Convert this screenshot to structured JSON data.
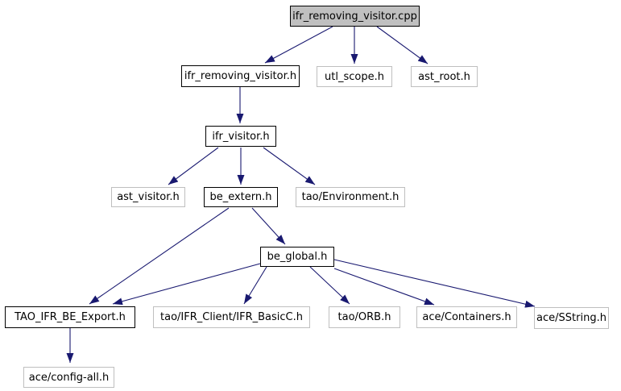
{
  "diagram": {
    "kind": "include-dependency-graph",
    "root_file": "ifr_removing_visitor.cpp",
    "colors": {
      "edge": "#191970",
      "root_fill": "#c0c0c0",
      "linked_node_border": "#000000",
      "plain_node_border": "#bfbfbf",
      "node_fill": "#ffffff",
      "text": "#000000",
      "background": "#ffffff"
    },
    "nodes": [
      {
        "id": "ifr_removing_visitor_cpp",
        "label": "ifr_removing_visitor.cpp",
        "style": "highlight"
      },
      {
        "id": "ifr_removing_visitor_h",
        "label": "ifr_removing_visitor.h",
        "style": "linked"
      },
      {
        "id": "utl_scope_h",
        "label": "utl_scope.h",
        "style": "plain"
      },
      {
        "id": "ast_root_h",
        "label": "ast_root.h",
        "style": "plain"
      },
      {
        "id": "ifr_visitor_h",
        "label": "ifr_visitor.h",
        "style": "linked"
      },
      {
        "id": "ast_visitor_h",
        "label": "ast_visitor.h",
        "style": "plain"
      },
      {
        "id": "be_extern_h",
        "label": "be_extern.h",
        "style": "linked"
      },
      {
        "id": "tao_environment_h",
        "label": "tao/Environment.h",
        "style": "plain"
      },
      {
        "id": "be_global_h",
        "label": "be_global.h",
        "style": "linked"
      },
      {
        "id": "tao_ifr_be_export_h",
        "label": "TAO_IFR_BE_Export.h",
        "style": "linked"
      },
      {
        "id": "tao_ifr_client_ifr_basicc_h",
        "label": "tao/IFR_Client/IFR_BasicC.h",
        "style": "plain"
      },
      {
        "id": "tao_orb_h",
        "label": "tao/ORB.h",
        "style": "plain"
      },
      {
        "id": "ace_containers_h",
        "label": "ace/Containers.h",
        "style": "plain"
      },
      {
        "id": "ace_sstring_h",
        "label": "ace/SString.h",
        "style": "plain"
      },
      {
        "id": "ace_config_all_h",
        "label": "ace/config-all.h",
        "style": "plain"
      }
    ],
    "edges": [
      {
        "from": "ifr_removing_visitor_cpp",
        "to": "ifr_removing_visitor_h"
      },
      {
        "from": "ifr_removing_visitor_cpp",
        "to": "utl_scope_h"
      },
      {
        "from": "ifr_removing_visitor_cpp",
        "to": "ast_root_h"
      },
      {
        "from": "ifr_removing_visitor_h",
        "to": "ifr_visitor_h"
      },
      {
        "from": "ifr_visitor_h",
        "to": "ast_visitor_h"
      },
      {
        "from": "ifr_visitor_h",
        "to": "be_extern_h"
      },
      {
        "from": "ifr_visitor_h",
        "to": "tao_environment_h"
      },
      {
        "from": "be_extern_h",
        "to": "tao_ifr_be_export_h"
      },
      {
        "from": "be_extern_h",
        "to": "be_global_h"
      },
      {
        "from": "be_global_h",
        "to": "tao_ifr_be_export_h"
      },
      {
        "from": "be_global_h",
        "to": "tao_ifr_client_ifr_basicc_h"
      },
      {
        "from": "be_global_h",
        "to": "tao_orb_h"
      },
      {
        "from": "be_global_h",
        "to": "ace_containers_h"
      },
      {
        "from": "be_global_h",
        "to": "ace_sstring_h"
      },
      {
        "from": "tao_ifr_be_export_h",
        "to": "ace_config_all_h"
      }
    ]
  }
}
